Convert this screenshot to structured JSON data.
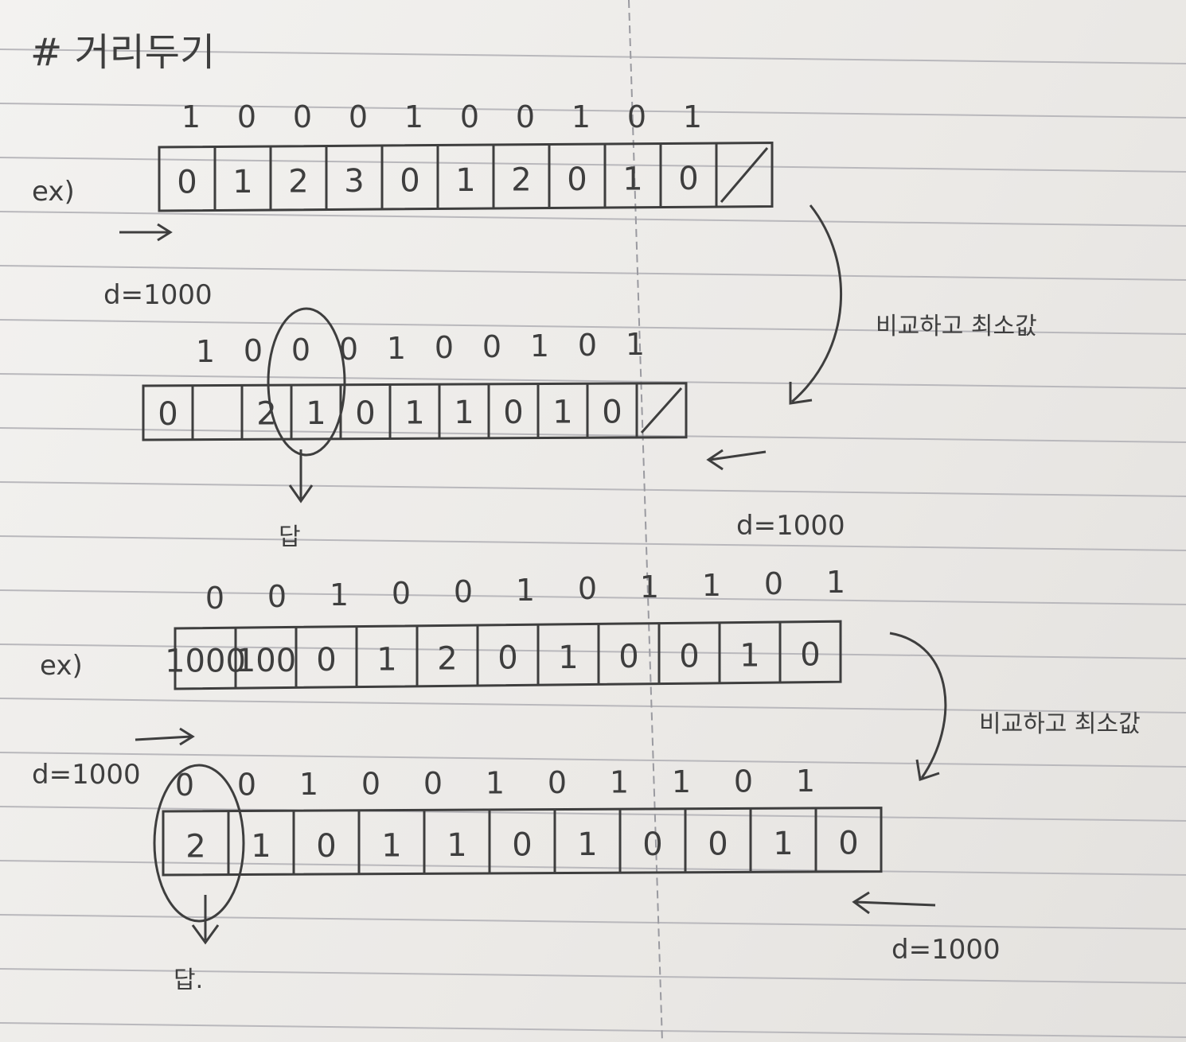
{
  "title": "# 거리두기",
  "example_label": "ex)",
  "d_label": "d=1000",
  "compare_note": "비교하고 최소값",
  "answer_label": "답",
  "answer_label_dot": "답.",
  "example1": {
    "bits": [
      "1",
      "0",
      "0",
      "0",
      "1",
      "0",
      "0",
      "1",
      "0",
      "1"
    ],
    "forward_cells": [
      "0",
      "1",
      "2",
      "3",
      "0",
      "1",
      "2",
      "0",
      "1",
      "0"
    ],
    "bits_second": [
      "1",
      "0",
      "0",
      "0",
      "1",
      "0",
      "0",
      "1",
      "0",
      "1"
    ],
    "backward_cells": [
      "0",
      "",
      "2",
      "1",
      "0",
      "1",
      "1",
      "0",
      "1",
      "0"
    ],
    "circled_index": 2
  },
  "example2": {
    "bits": [
      "0",
      "0",
      "1",
      "0",
      "0",
      "1",
      "0",
      "1",
      "1",
      "0",
      "1"
    ],
    "forward_cells": [
      "1000",
      "100",
      "0",
      "1",
      "2",
      "0",
      "1",
      "0",
      "0",
      "1",
      "0"
    ],
    "bits_second": [
      "0",
      "0",
      "1",
      "0",
      "0",
      "1",
      "0",
      "1",
      "1",
      "0",
      "1"
    ],
    "backward_cells": [
      "2",
      "1",
      "0",
      "1",
      "1",
      "0",
      "1",
      "0",
      "0",
      "1",
      "0"
    ],
    "circled_index": 0
  },
  "colors": {
    "ink": "#3e3e3e",
    "rule": "#b9b8bc",
    "margin": "#9a9aa0"
  }
}
